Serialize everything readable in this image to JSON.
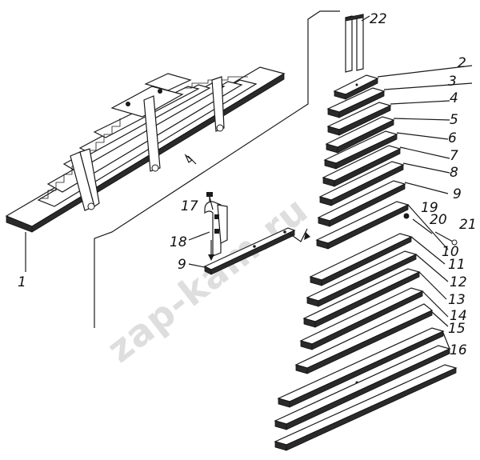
{
  "diagram": {
    "callouts": [
      "1",
      "2",
      "3",
      "4",
      "5",
      "6",
      "7",
      "8",
      "9",
      "9",
      "10",
      "11",
      "12",
      "13",
      "14",
      "15",
      "16",
      "17",
      "18",
      "19",
      "20",
      "21",
      "22"
    ],
    "watermark": "zap-kam.ru"
  },
  "colors": {
    "line": "#1a1a1a",
    "fill_dark": "#2a2a2a",
    "background": "#ffffff",
    "watermark": "#d9d9d9"
  }
}
